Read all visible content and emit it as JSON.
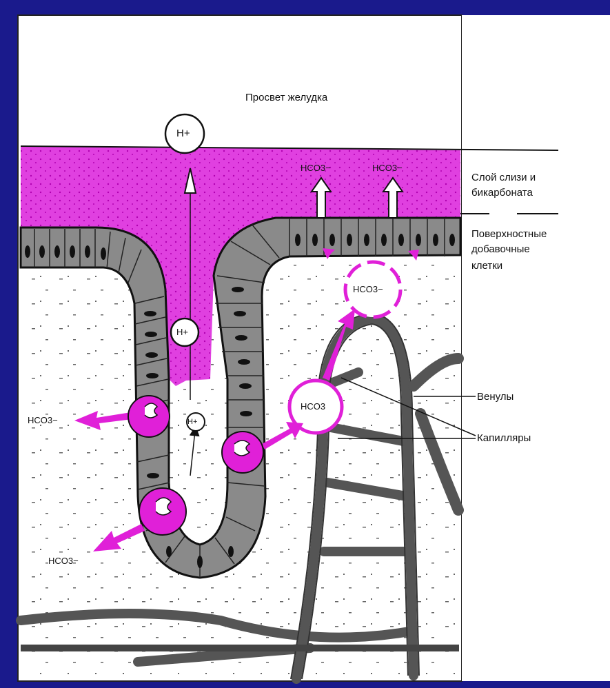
{
  "labels": {
    "lumen": "Просвет желудка",
    "mucus_line1": "Слой слизи и",
    "mucus_line2": "бикарбоната",
    "surface_line1": "Поверхностные",
    "surface_line2": "добавочные",
    "surface_line3": "клетки",
    "venules": "Венулы",
    "capillaries": "Капилляры"
  },
  "ions": {
    "h_plus": "H+",
    "hco3_minus": "HCO3−",
    "hco3": "HCO3"
  },
  "colors": {
    "background": "#1a1a8c",
    "panel": "#ffffff",
    "mucus": "#e040e0",
    "magenta": "#e020d8",
    "cell_gray": "#8a8a8a",
    "outline": "#111111"
  }
}
